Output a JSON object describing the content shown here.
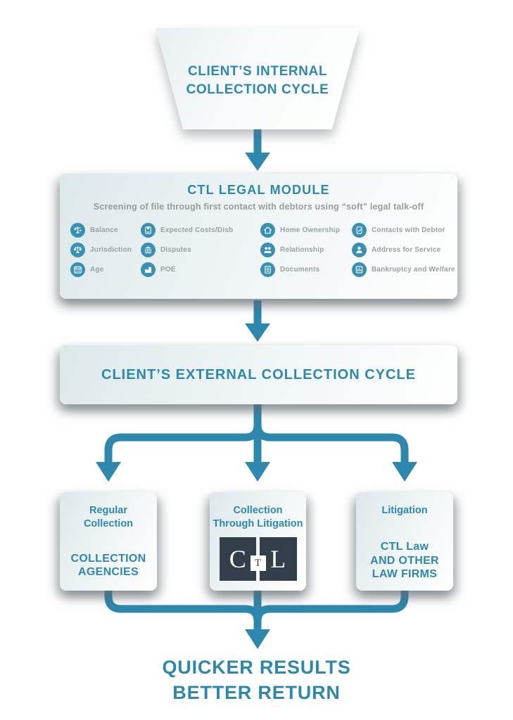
{
  "colors": {
    "accent_teal": "#2e87ad",
    "icon_bubble_teal": "#3a90b4",
    "muted_gray": "#9aa0a4",
    "logo_dark": "#333e4b"
  },
  "internal_cycle": {
    "label": "CLIENT’S INTERNAL\nCOLLECTION CYCLE"
  },
  "legal_module": {
    "title": "CTL LEGAL MODULE",
    "subtitle": "Screening of file through first contact with debtors using “soft” legal talk-off",
    "factors": [
      {
        "icon": "balance-scale-icon",
        "label": "Balance"
      },
      {
        "icon": "costs-ledger-icon",
        "label": "Expected Costs/Disb"
      },
      {
        "icon": "home-icon",
        "label": "Home Ownership"
      },
      {
        "icon": "phone-contact-icon",
        "label": "Contacts with Debtor"
      },
      {
        "icon": "justice-scales-icon",
        "label": "Jurisdiction"
      },
      {
        "icon": "bank-building-icon",
        "label": "Disputes"
      },
      {
        "icon": "two-people-icon",
        "label": "Relationship"
      },
      {
        "icon": "person-icon",
        "label": "Address for Service"
      },
      {
        "icon": "calendar-icon",
        "label": "Age"
      },
      {
        "icon": "workplace-icon",
        "label": "POE"
      },
      {
        "icon": "document-icon",
        "label": "Documents"
      },
      {
        "icon": "bank-chart-icon",
        "label": "Bankruptcy and Welfare"
      }
    ]
  },
  "external_cycle": {
    "label": "CLIENT’S EXTERNAL COLLECTION CYCLE"
  },
  "branches": [
    {
      "top": "Regular\nCollection",
      "bottom": "COLLECTION\nAGENCIES"
    },
    {
      "top": "Collection\nThrough Litigation",
      "logo": {
        "c": "C",
        "t": "T",
        "l": "L"
      }
    },
    {
      "top": "Litigation",
      "bottom": "CTL Law\nAND OTHER\nLAW FIRMS"
    }
  ],
  "outcome": {
    "label": "QUICKER RESULTS\nBETTER RETURN"
  }
}
